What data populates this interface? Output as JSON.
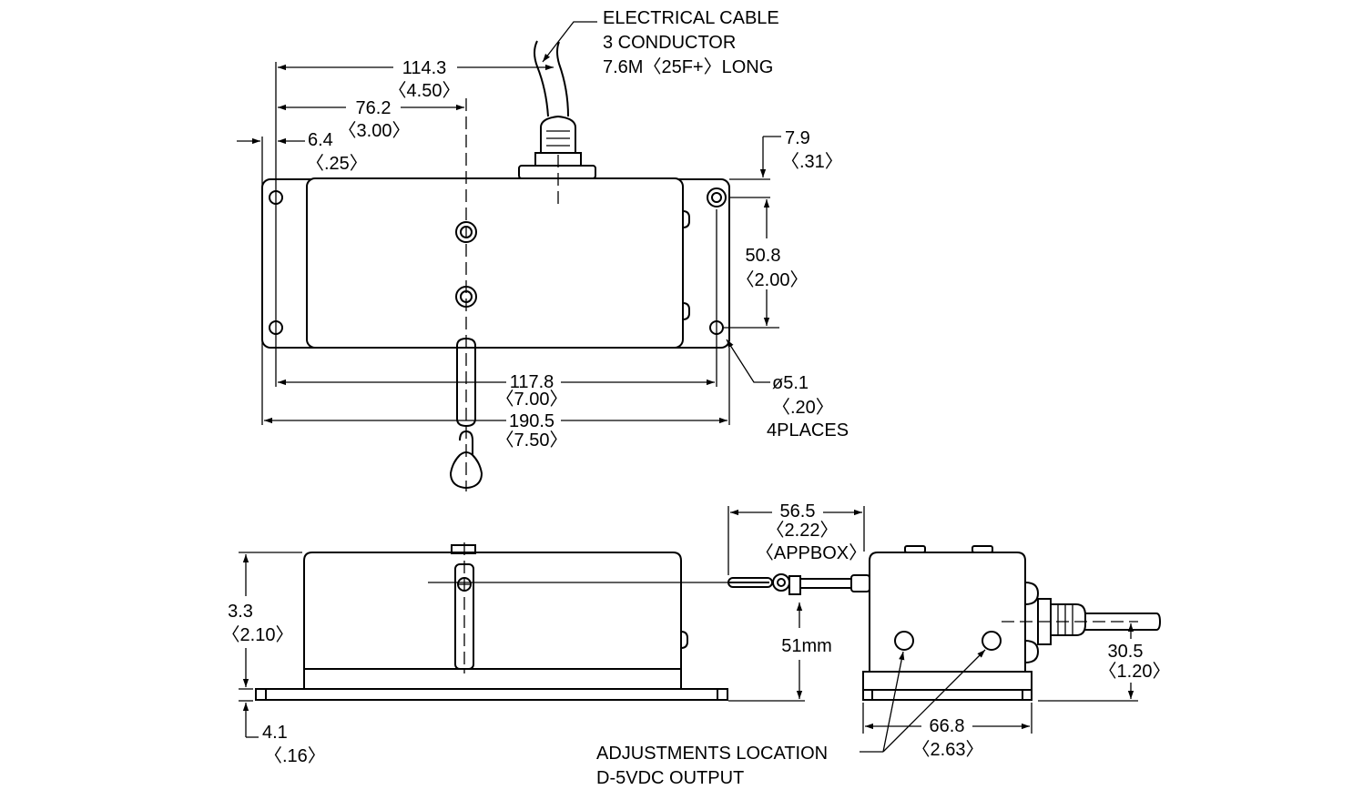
{
  "top_view": {
    "cable_note": [
      "ELECTRICAL CABLE",
      "3 CONDUCTOR",
      "7.6M〈25F+〉LONG"
    ],
    "dim_114": {
      "mm": "114.3",
      "in": "〈4.50〉"
    },
    "dim_76": {
      "mm": "76.2",
      "in": "〈3.00〉"
    },
    "dim_6_4": {
      "mm": "6.4",
      "in": "〈.25〉"
    },
    "dim_7_9": {
      "mm": "7.9",
      "in": "〈.31〉"
    },
    "dim_50_8": {
      "mm": "50.8",
      "in": "〈2.00〉"
    },
    "dim_117_8": {
      "mm": "117.8",
      "in": "〈7.00〉"
    },
    "dim_190_5": {
      "mm": "190.5",
      "in": "〈7.50〉"
    },
    "hole_note": {
      "dia": "ø5.1",
      "in": "〈.20〉",
      "count": "4PLACES"
    }
  },
  "side_view": {
    "dim_3_3": {
      "mm": "3.3",
      "in": "〈2.10〉"
    },
    "dim_4_1": {
      "mm": "4.1",
      "in": "〈.16〉"
    },
    "dim_51": {
      "mm": "51mm"
    },
    "dim_56_5": {
      "mm": "56.5",
      "in": "〈2.22〉",
      "note": "〈APPBOX〉"
    },
    "dim_66_8": {
      "mm": "66.8",
      "in": "〈2.63〉"
    },
    "dim_30_5": {
      "mm": "30.5",
      "in": "〈1.20〉"
    },
    "adjust_note": [
      "ADJUSTMENTS LOCATION",
      "D-5VDC OUTPUT"
    ]
  }
}
